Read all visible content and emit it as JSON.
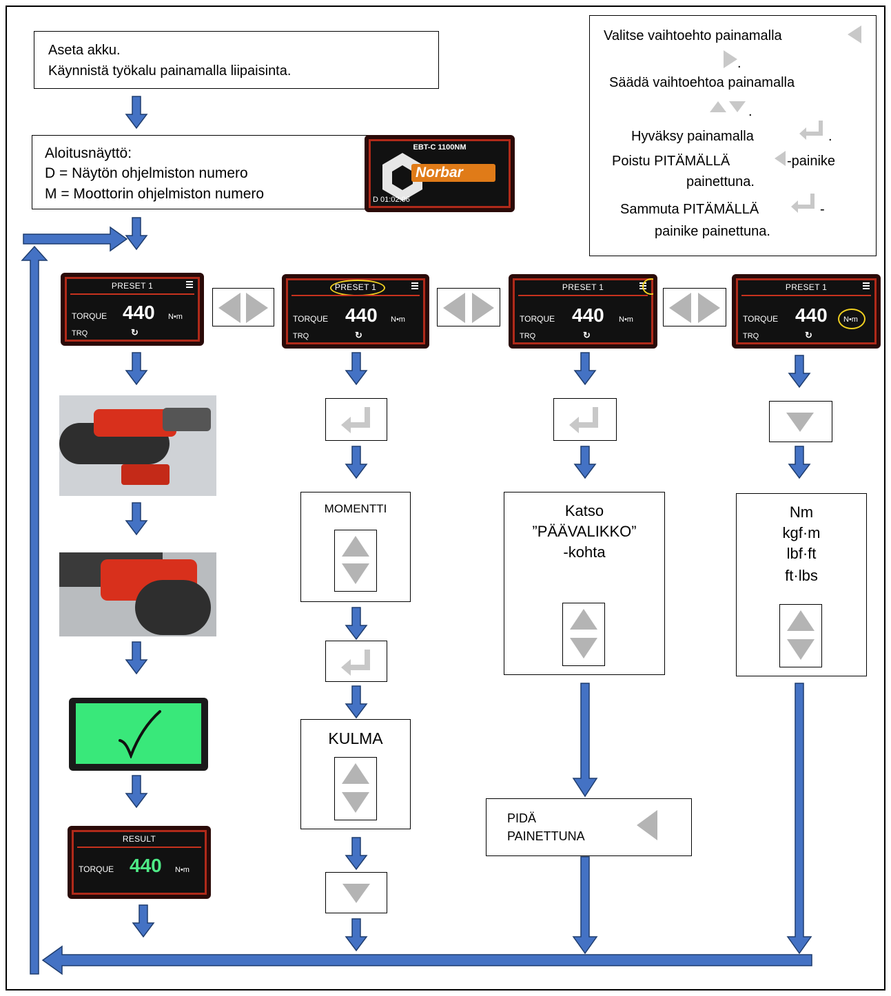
{
  "intro": {
    "line1": "Aseta akku.",
    "line2": "Käynnistä työkalu painamalla liipaisinta."
  },
  "startup": {
    "title": "Aloitusnäyttö:",
    "line_d": "D = Näytön ohjelmiston numero",
    "line_m": "M = Moottorin ohjelmiston numero",
    "screen_model": "EBT-C 1100NM",
    "screen_logo": "Norbar",
    "screen_version": "D 01:02:06"
  },
  "help": {
    "line1": "Valitse vaihtoehto painamalla",
    "line2": "Säädä vaihtoehtoa painamalla",
    "line3": "Hyväksy painamalla",
    "line4a": "Poistu PITÄMÄLLÄ",
    "line4b": "-painike",
    "line4c": "painettuna.",
    "line5a": "Sammuta PITÄMÄLLÄ",
    "line5b": "-",
    "line5c": "painike painettuna.",
    "period": "."
  },
  "preset_screen": {
    "title": "PRESET 1",
    "label": "TORQUE",
    "value": "440",
    "unit": "N•m",
    "mode": "TRQ",
    "cycle": "↻"
  },
  "result_screen": {
    "title": "RESULT",
    "label": "TORQUE",
    "value": "440",
    "unit": "N•m"
  },
  "momentti": {
    "label": "MOMENTTI"
  },
  "kulma": {
    "label": "KULMA"
  },
  "paavalikko": {
    "line1": "Katso",
    "line2": "”PÄÄVALIKKO”",
    "line3": "-kohta"
  },
  "units": {
    "u1": "Nm",
    "u2": "kgf·m",
    "u3": "lbf·ft",
    "u4": "ft·lbs"
  },
  "hold": {
    "line1": "PIDÄ",
    "line2": "PAINETTUNA"
  },
  "colors": {
    "arrow_fill": "#4472c4",
    "arrow_stroke": "#1f3d6e",
    "button_grey": "#b4b4b4",
    "success_green": "#39e87a",
    "screen_red": "#c8321e"
  }
}
